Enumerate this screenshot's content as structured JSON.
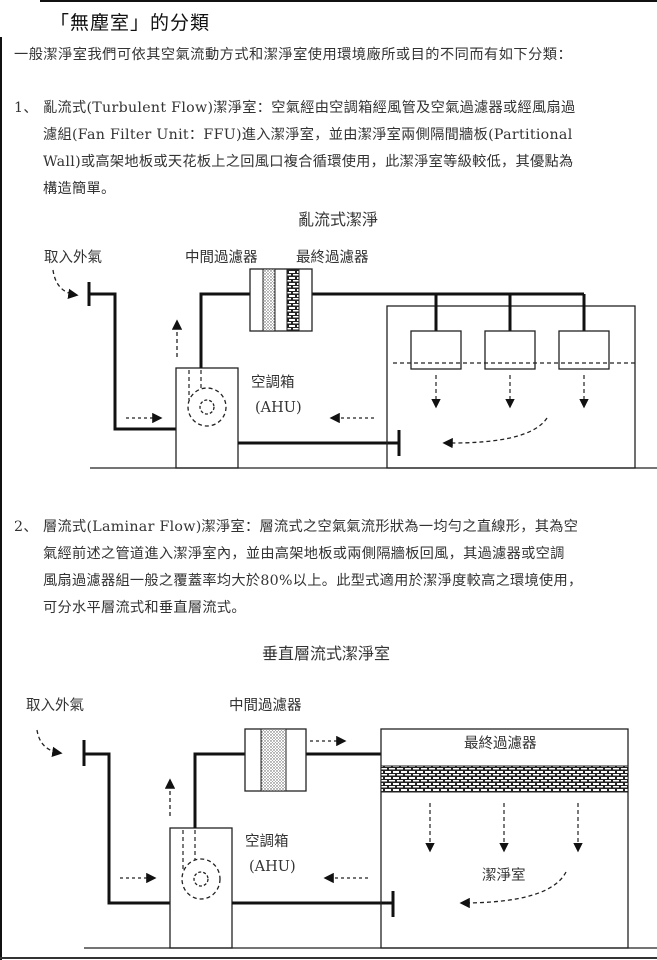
{
  "title": "「無塵室」的分類",
  "intro": "一般潔淨室我們可依其空氣流動方式和潔淨室使用環境廠所或目的不同而有如下分類：",
  "sections": [
    {
      "number": "1、",
      "lines": [
        "亂流式(Turbulent Flow)潔淨室：空氣經由空調箱經風管及空氣過濾器或經風扇過",
        "濾組(Fan Filter Unit：FFU)進入潔淨室，並由潔淨室兩側隔間牆板(Partitional",
        "Wall)或高架地板或天花板上之回風口複合循環使用，此潔淨室等級較低，其優點為",
        "構造簡單。"
      ]
    },
    {
      "number": "2、",
      "lines": [
        "層流式(Laminar Flow)潔淨室：層流式之空氣氣流形狀為一均勻之直線形，其為空",
        "氣經前述之管道進入潔淨室內，並由高架地板或兩側隔牆板回風，其過濾器或空調",
        "風扇過濾器組一般之覆蓋率均大於80%以上。此型式適用於潔淨度較高之環境使用，",
        "可分水平層流式和垂直層流式。"
      ]
    }
  ],
  "diagram1": {
    "title": "亂流式潔淨",
    "outside_air": "取入外氣",
    "mid_filter": "中間過濾器",
    "final_filter": "最終過濾器",
    "ahu": "空調箱",
    "ahu_abbr": "(AHU)"
  },
  "diagram2": {
    "title": "垂直層流式潔淨室",
    "outside_air": "取入外氣",
    "mid_filter": "中間過濾器",
    "final_filter": "最終過濾器",
    "ahu": "空調箱",
    "ahu_abbr": "(AHU)",
    "cleanroom": "潔淨室"
  }
}
